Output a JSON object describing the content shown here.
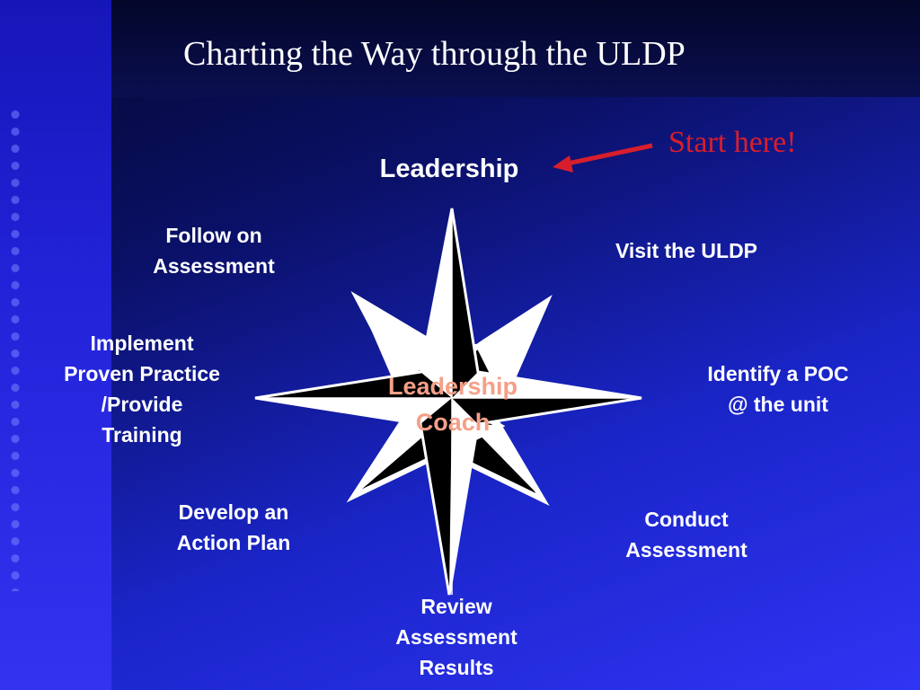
{
  "slide": {
    "title": "Charting the Way through the ULDP",
    "start_here": "Start here!",
    "center_label": "Leadership\nCoach",
    "top_label": "Leadership",
    "steps": [
      "Visit the ULDP",
      "Identify a POC\n@ the unit",
      "Conduct\nAssessment",
      "Review\nAssessment\nResults",
      "Develop an\nAction Plan",
      "Implement\nProven Practice\n/Provide\nTraining",
      "Follow on\nAssessment"
    ]
  },
  "colors": {
    "arrow": "#d81e2c",
    "center_text": "#f4a088",
    "star_dark": "#000000",
    "star_light": "#ffffff"
  }
}
